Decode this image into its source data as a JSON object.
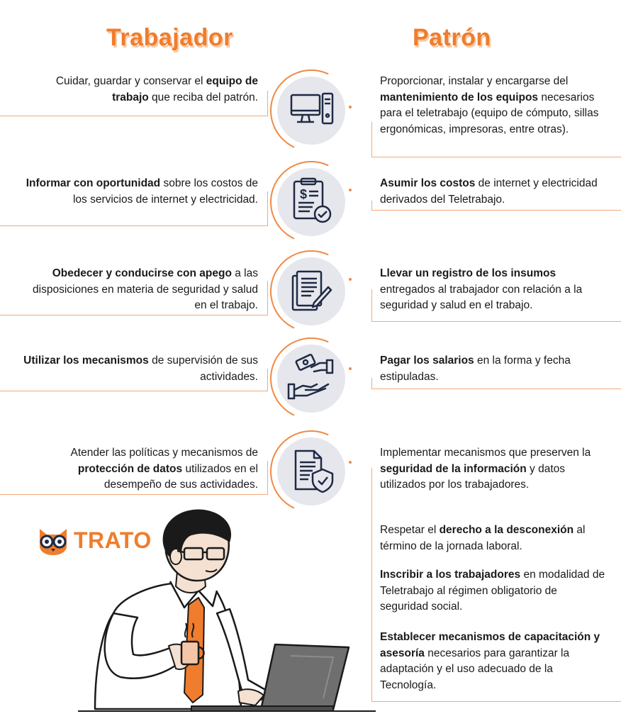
{
  "titles": {
    "left": "Trabajador",
    "right": "Patrón"
  },
  "worker": [
    {
      "a": "Cuidar, guardar y conservar el ",
      "b": "equipo de trabajo",
      "c": " que reciba del patrón."
    },
    {
      "a": "",
      "b": "Informar con oportunidad",
      "c": " sobre los costos de los servicios de internet y electricidad."
    },
    {
      "a": "",
      "b": "Obedecer y conducirse con apego",
      "c": " a las disposiciones en materia de seguridad y salud en el trabajo."
    },
    {
      "a": "",
      "b": "Utilizar los mecanismos",
      "c": " de supervisión de sus actividades."
    },
    {
      "a": "Atender las políticas y mecanismos de ",
      "b": "protección de datos",
      "c": " utilizados en el desempeño de sus actividades."
    }
  ],
  "employer": [
    {
      "a": "Proporcionar, instalar y encargarse del ",
      "b": "mantenimiento de los equipos",
      "c": " necesarios para el teletrabajo (equipo de cómputo, sillas ergonómicas, impresoras, entre otras)."
    },
    {
      "a": "",
      "b": "Asumir los costos",
      "c": " de internet y electricidad derivados del Teletrabajo."
    },
    {
      "a": "",
      "b": "Llevar un registro de los insumos",
      "c": " entregados al trabajador con relación a la seguridad y salud en el trabajo."
    },
    {
      "a": "",
      "b": "Pagar los salarios",
      "c": " en la forma y fecha estipuladas."
    },
    {
      "a": "Implementar mecanismos que preserven la ",
      "b": "seguridad de la información",
      "c": " y datos utilizados por los trabajadores."
    },
    {
      "a": "Respetar el ",
      "b": "derecho a la desconexión",
      "c": " al término de la jornada laboral."
    },
    {
      "a": "",
      "b": "Inscribir a los trabajadores",
      "c": " en modalidad de Teletrabajo al régimen obligatorio de seguridad social."
    },
    {
      "a": "",
      "b": "Establecer mecanismos de capacitación y asesoría",
      "c": " necesarios para garantizar la adaptación y el uso adecuado de la Tecnología."
    }
  ],
  "icons": [
    "computer-icon",
    "invoice-icon",
    "document-pen-icon",
    "payment-hands-icon",
    "data-protection-icon"
  ],
  "brand": {
    "name": "TRATO",
    "color": "#ef7d2d"
  },
  "colors": {
    "accent": "#ef7d2d",
    "circle": "#e6e7ed",
    "line": "#f2a978"
  }
}
